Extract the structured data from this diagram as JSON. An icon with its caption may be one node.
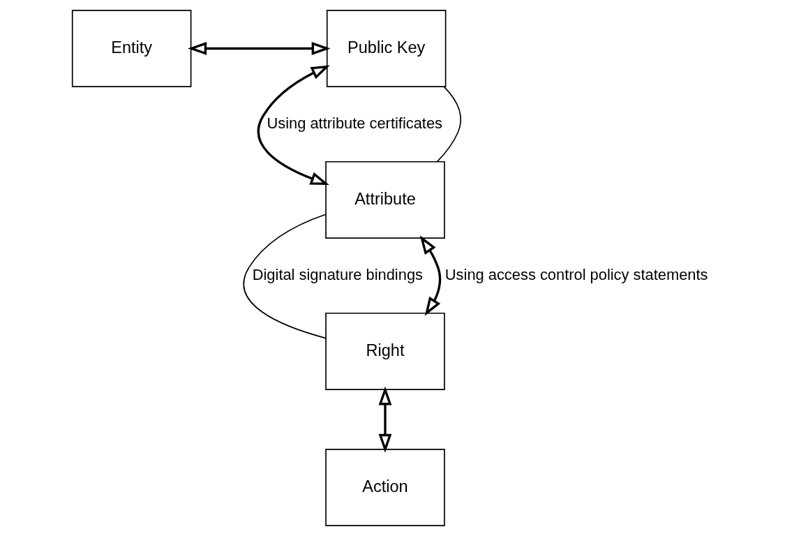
{
  "diagram": {
    "nodes": [
      {
        "text": [
          "Entity"
        ]
      },
      {
        "text": [
          "Public Key"
        ]
      },
      {
        "text": [
          "Attribute"
        ]
      },
      {
        "text": [
          "Right"
        ]
      },
      {
        "text": [
          "Action"
        ]
      }
    ],
    "edges": [
      {
        "from": 0,
        "to": 1,
        "arrow": "both"
      },
      {
        "from": 1,
        "to": 2,
        "arrow": "both",
        "label": "Using attribute certificates"
      },
      {
        "from": 1,
        "to": 2,
        "arrow": "none"
      },
      {
        "from": 2,
        "to": 3,
        "arrow": "none",
        "label": "Digital signature bindings"
      },
      {
        "from": 2,
        "to": 3,
        "arrow": "both",
        "label": "Using access control policy statements"
      },
      {
        "from": 3,
        "to": 4,
        "arrow": "both"
      }
    ]
  }
}
